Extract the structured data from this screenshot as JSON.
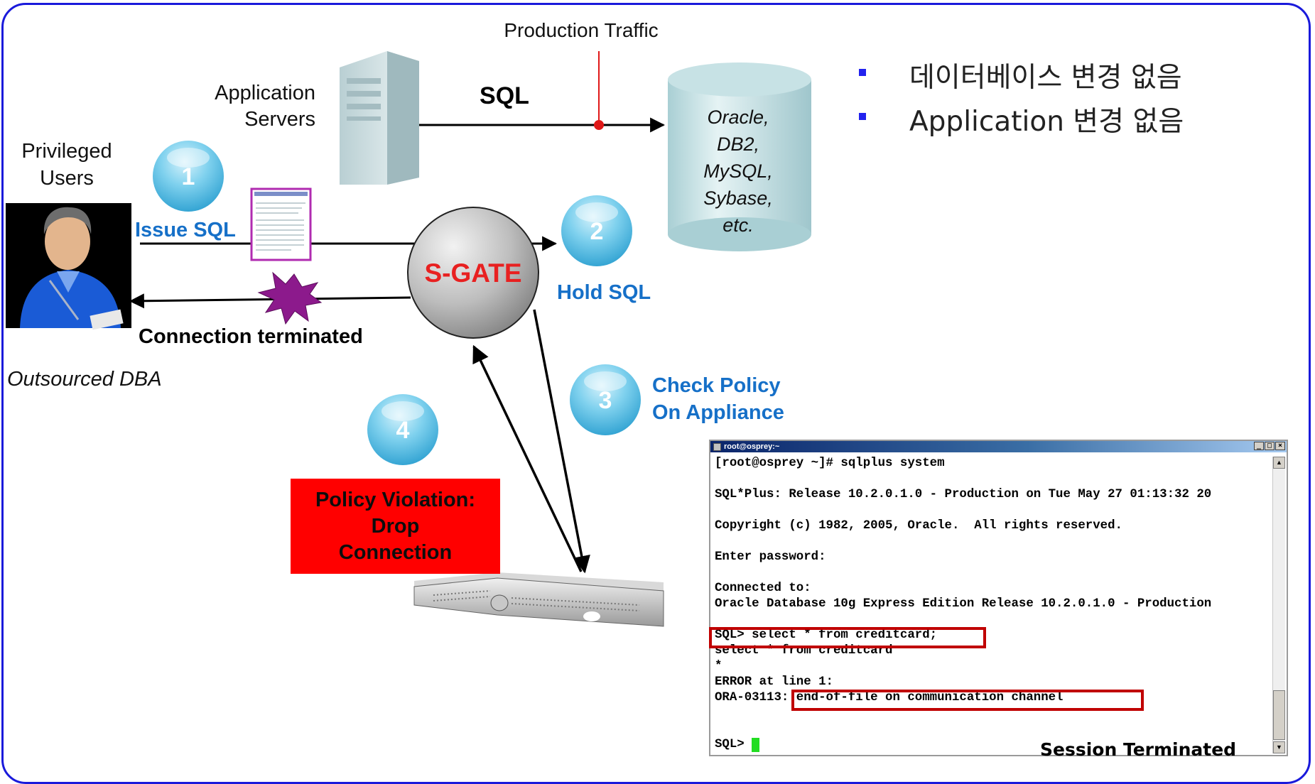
{
  "production_traffic_label": "Production Traffic",
  "app_servers_label": [
    "Application",
    "Servers"
  ],
  "sql_label": "SQL",
  "database_names": [
    "Oracle,",
    "DB2,",
    "MySQL,",
    "Sybase,",
    "etc."
  ],
  "privileged_users_label": [
    "Privileged",
    "Users"
  ],
  "outsourced_dba_label": "Outsourced DBA",
  "issue_sql_label": "Issue SQL",
  "connection_terminated_label": "Connection terminated",
  "sgate_label": "S-GATE",
  "hold_sql_label": "Hold SQL",
  "check_policy_label": [
    "Check Policy",
    "On Appliance"
  ],
  "policy_violation_label": [
    "Policy Violation:",
    "Drop",
    "Connection"
  ],
  "steps": [
    "1",
    "2",
    "3",
    "4"
  ],
  "bullets": [
    "데이터베이스 변경 없음",
    "Application 변경 없음"
  ],
  "terminal": {
    "title": "root@osprey:~",
    "lines": [
      "[root@osprey ~]# sqlplus system",
      "",
      "SQL*Plus: Release 10.2.0.1.0 - Production on Tue May 27 01:13:32 20",
      "",
      "Copyright (c) 1982, 2005, Oracle.  All rights reserved.",
      "",
      "Enter password:",
      "",
      "Connected to:",
      "Oracle Database 10g Express Edition Release 10.2.0.1.0 - Production",
      "",
      "SQL> select * from creditcard;",
      "select * from creditcard",
      "*",
      "ERROR at line 1:",
      "ORA-03113: end-of-file on communication channel",
      "",
      "SQL> "
    ],
    "session_terminated": "Session Terminated"
  },
  "colors": {
    "frame": "#1a1adb",
    "accent_blue": "#1670c8",
    "sgate_text": "#e82020",
    "policy_box": "#ff0000",
    "highlight_box": "#c00000",
    "bullet_square": "#2222ee"
  }
}
